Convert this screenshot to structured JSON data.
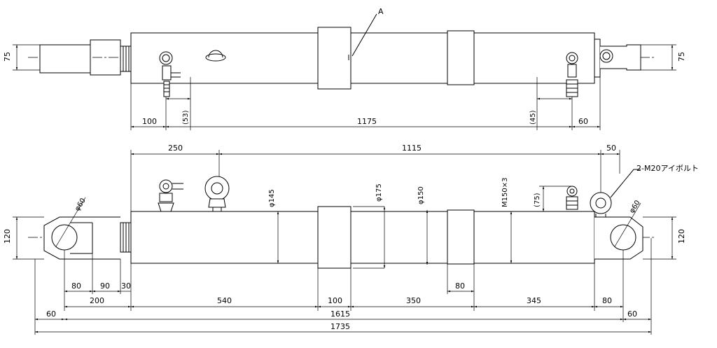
{
  "top_view": {
    "section_label": "A",
    "dim_height_left": "75",
    "dim_height_right": "75",
    "dim_100": "100",
    "dim_53": "(53)",
    "dim_1175": "1175",
    "dim_45": "(45)",
    "dim_60": "60"
  },
  "side_view": {
    "dim_250": "250",
    "dim_1115": "1115",
    "dim_50": "50",
    "eyebolt_note": "2-M20アイボルト",
    "dia_60_left": "φ60",
    "dia_60_right": "φ60",
    "dia_145": "φ145",
    "dia_175": "φ175",
    "dia_150": "φ150",
    "thread": "M150×3",
    "dim_75": "(75)",
    "dim_120_left": "120",
    "dim_120_right": "120",
    "dim_80a": "80",
    "dim_90": "90",
    "dim_30": "30",
    "dim_80b": "80",
    "dim_200": "200",
    "dim_540": "540",
    "dim_100": "100",
    "dim_350": "350",
    "dim_345": "345",
    "dim_80c": "80",
    "dim_60_left": "60",
    "dim_1615": "1615",
    "dim_60_right": "60",
    "dim_1735": "1735"
  }
}
